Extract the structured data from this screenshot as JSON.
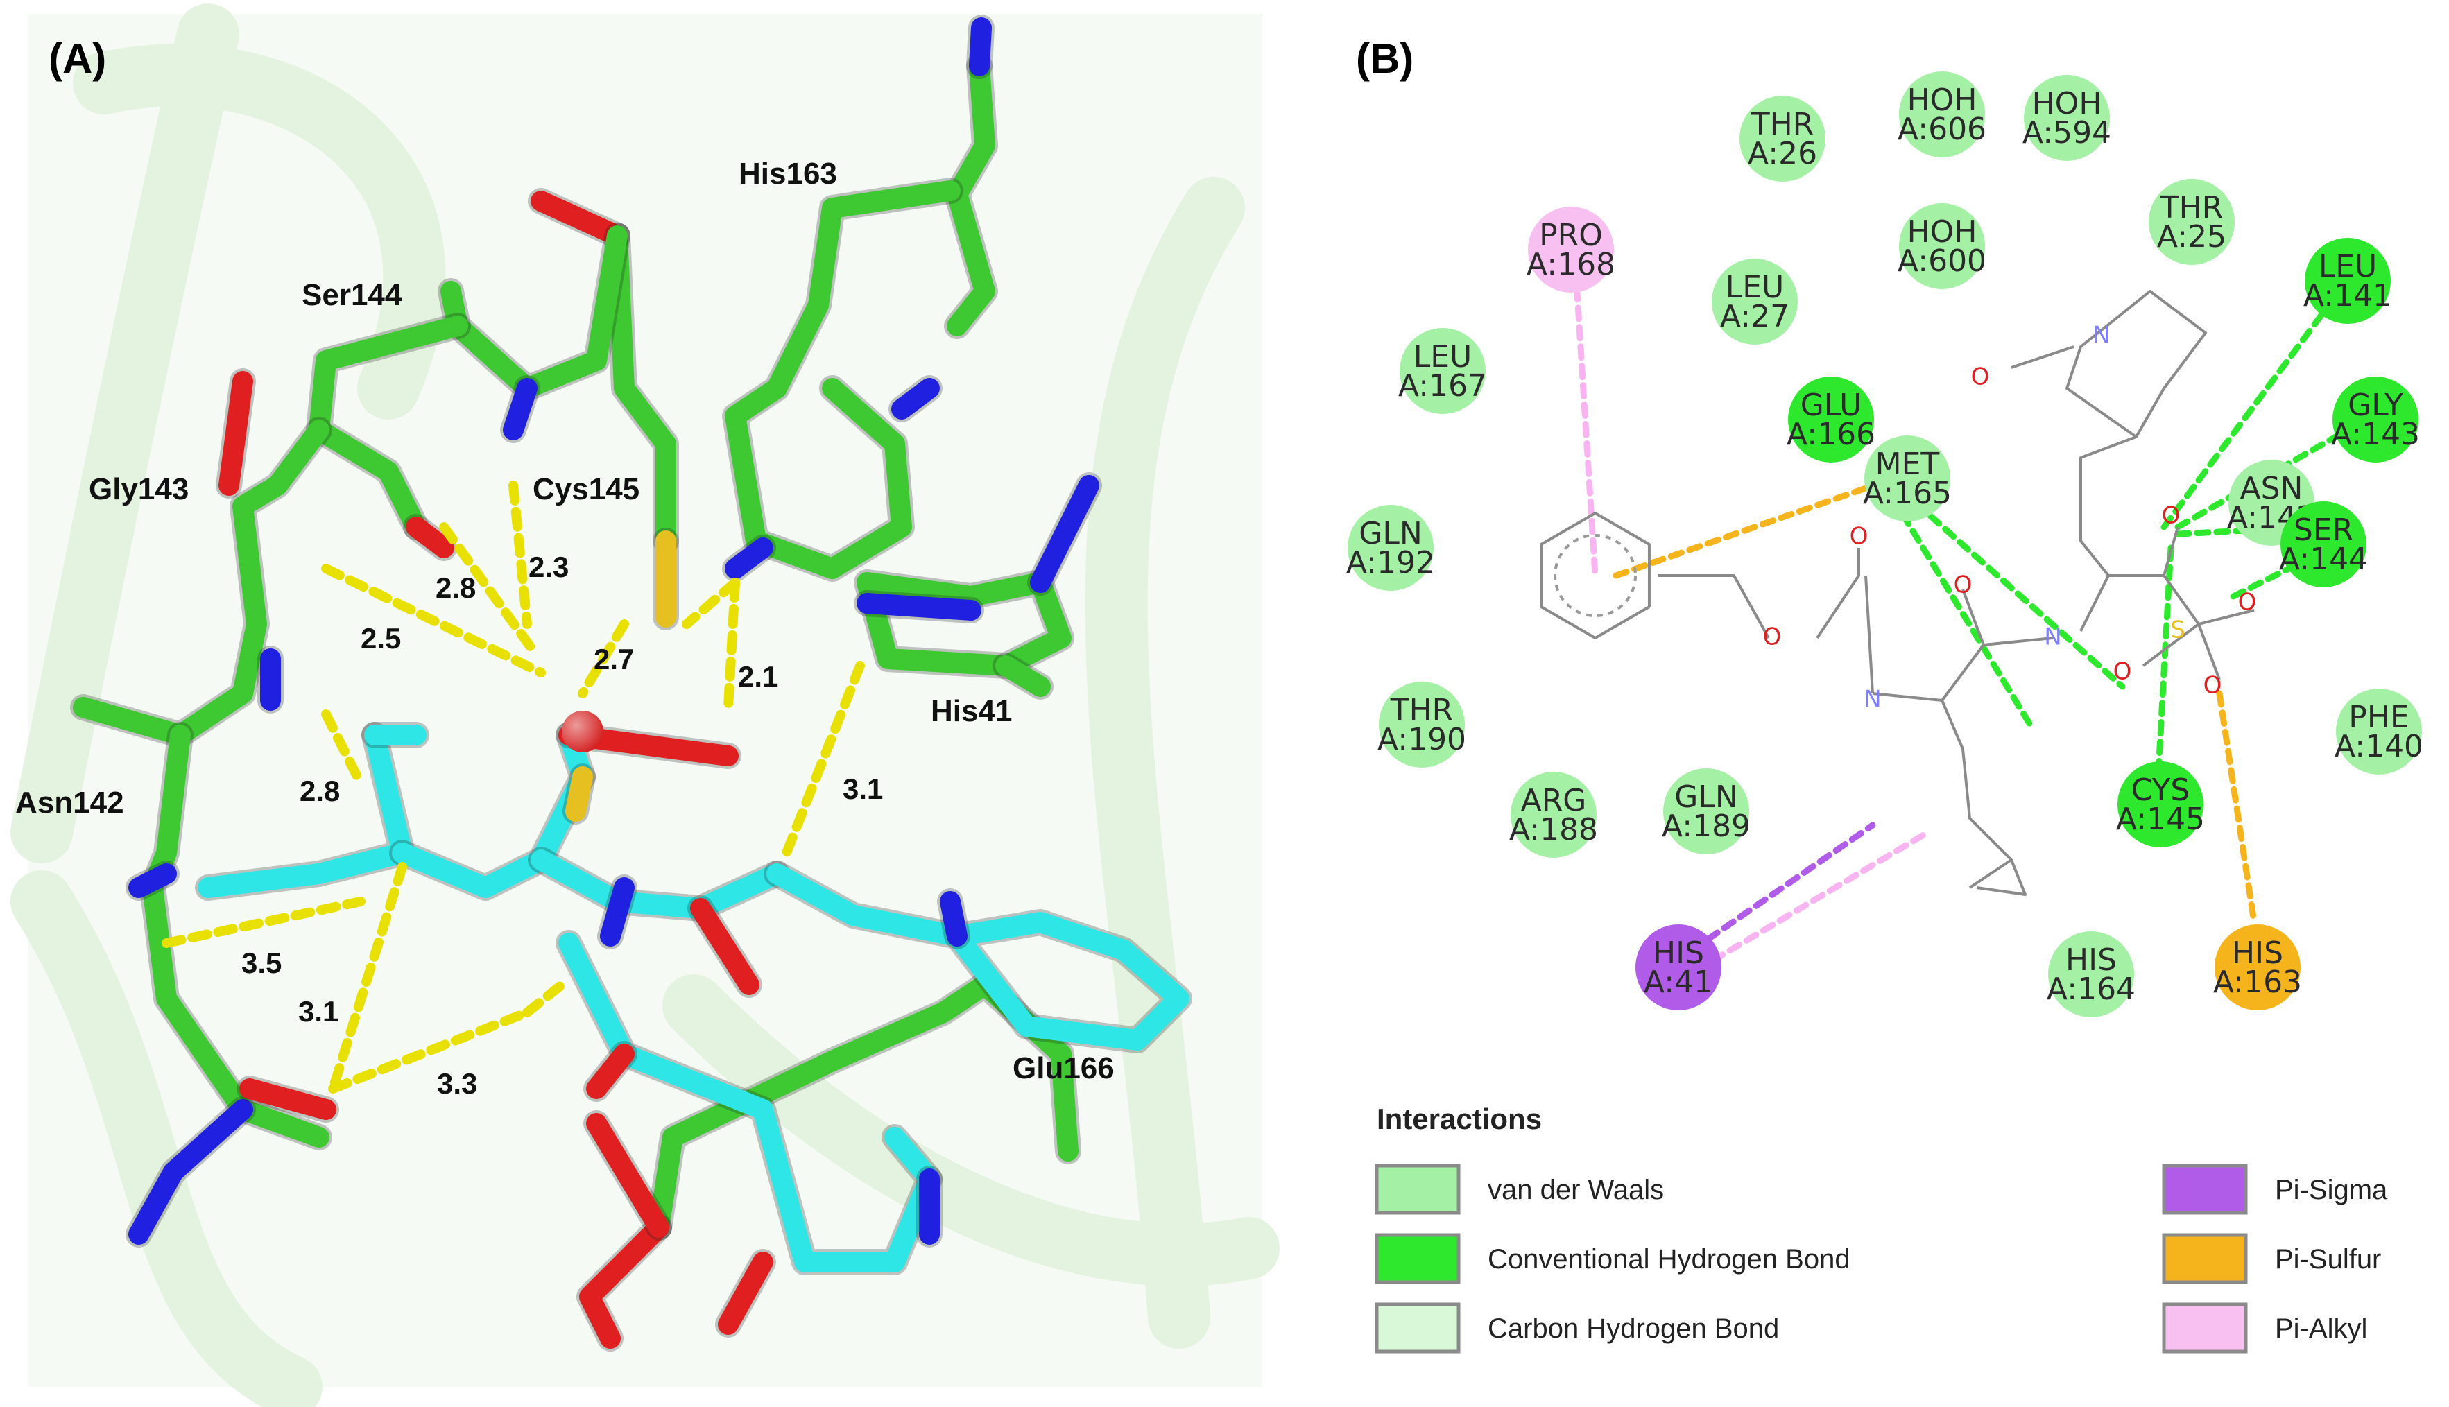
{
  "panels": {
    "a": {
      "label": "(A)",
      "residues": [
        {
          "id": "his163",
          "text": "His163"
        },
        {
          "id": "ser144",
          "text": "Ser144"
        },
        {
          "id": "gly143",
          "text": "Gly143"
        },
        {
          "id": "cys145",
          "text": "Cys145"
        },
        {
          "id": "his41",
          "text": "His41"
        },
        {
          "id": "asn142",
          "text": "Asn142"
        },
        {
          "id": "glu166",
          "text": "Glu166"
        }
      ],
      "distances": [
        "2.3",
        "2.8",
        "2.5",
        "2.7",
        "2.1",
        "2.8",
        "3.1",
        "3.5",
        "3.1",
        "3.3"
      ]
    },
    "b": {
      "label": "(B)",
      "residues": [
        {
          "line1": "HOH",
          "line2": "A:606",
          "type": "vdw"
        },
        {
          "line1": "HOH",
          "line2": "A:594",
          "type": "vdw"
        },
        {
          "line1": "THR",
          "line2": "A:26",
          "type": "vdw"
        },
        {
          "line1": "THR",
          "line2": "A:25",
          "type": "vdw"
        },
        {
          "line1": "PRO",
          "line2": "A:168",
          "type": "pi_alkyl"
        },
        {
          "line1": "HOH",
          "line2": "A:600",
          "type": "vdw"
        },
        {
          "line1": "LEU",
          "line2": "A:141",
          "type": "conventional"
        },
        {
          "line1": "LEU",
          "line2": "A:27",
          "type": "vdw"
        },
        {
          "line1": "LEU",
          "line2": "A:167",
          "type": "vdw"
        },
        {
          "line1": "GLU",
          "line2": "A:166",
          "type": "conventional"
        },
        {
          "line1": "MET",
          "line2": "A:165",
          "type": "vdw"
        },
        {
          "line1": "GLY",
          "line2": "A:143",
          "type": "conventional"
        },
        {
          "line1": "ASN",
          "line2": "A:142",
          "type": "vdw"
        },
        {
          "line1": "SER",
          "line2": "A:144",
          "type": "conventional"
        },
        {
          "line1": "GLN",
          "line2": "A:192",
          "type": "vdw"
        },
        {
          "line1": "THR",
          "line2": "A:190",
          "type": "vdw"
        },
        {
          "line1": "PHE",
          "line2": "A:140",
          "type": "vdw"
        },
        {
          "line1": "ARG",
          "line2": "A:188",
          "type": "vdw"
        },
        {
          "line1": "GLN",
          "line2": "A:189",
          "type": "vdw"
        },
        {
          "line1": "CYS",
          "line2": "A:145",
          "type": "conventional"
        },
        {
          "line1": "HIS",
          "line2": "A:41",
          "type": "pi_sigma"
        },
        {
          "line1": "HIS",
          "line2": "A:164",
          "type": "vdw"
        },
        {
          "line1": "HIS",
          "line2": "A:163",
          "type": "pi_sulfur"
        }
      ],
      "legend": {
        "title": "Interactions",
        "items": [
          {
            "key": "vdw",
            "label": "van der Waals",
            "color": "#a4f0a4"
          },
          {
            "key": "conventional",
            "label": "Conventional Hydrogen Bond",
            "color": "#2ee82e"
          },
          {
            "key": "carbon_hb",
            "label": "Carbon Hydrogen Bond",
            "color": "#d8f8d8"
          },
          {
            "key": "pi_sigma",
            "label": "Pi-Sigma",
            "color": "#b05ce8"
          },
          {
            "key": "pi_sulfur",
            "label": "Pi-Sulfur",
            "color": "#f5b41c"
          },
          {
            "key": "pi_alkyl",
            "label": "Pi-Alkyl",
            "color": "#f8c0f0"
          }
        ]
      }
    }
  }
}
